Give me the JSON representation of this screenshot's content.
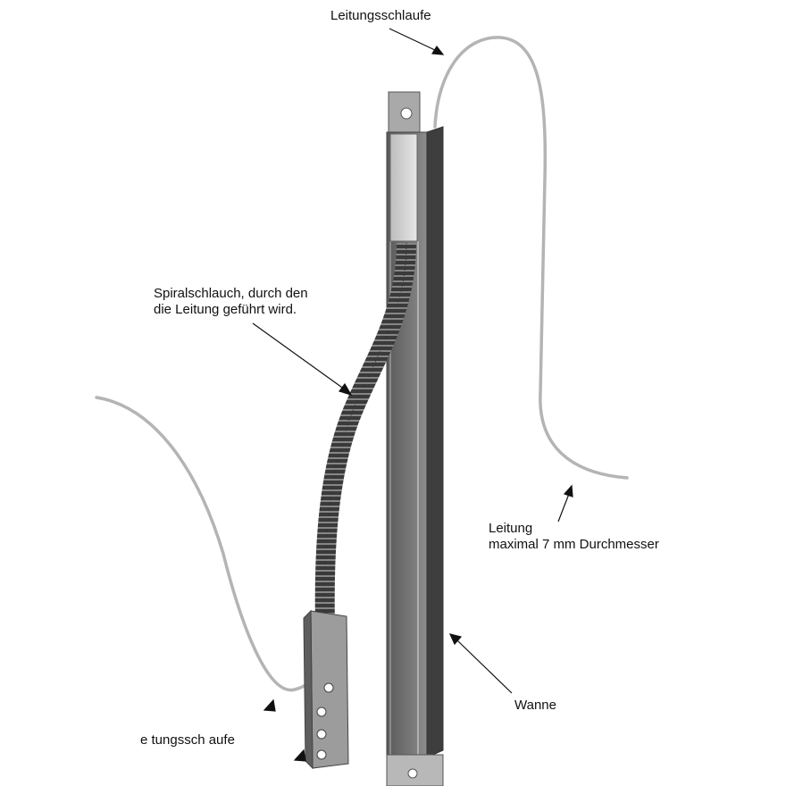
{
  "labels": {
    "loop_top": "Leitungsschlaufe",
    "spiral_line1": "Spiralschlauch, durch den",
    "spiral_line2": "die Leitung geführt wird.",
    "cable_line1": "Leitung",
    "cable_line2": "maximal 7 mm Durchmesser",
    "trough": "Wanne",
    "loop_bottom": "e tungssch aufe"
  },
  "colors": {
    "cable": "#b4b4b4",
    "metal_dark": "#4a4a4a",
    "metal_mid": "#7a7a7a",
    "metal_light": "#c8c8c8",
    "hose": "#3a3a3a",
    "arrow": "#111111"
  }
}
